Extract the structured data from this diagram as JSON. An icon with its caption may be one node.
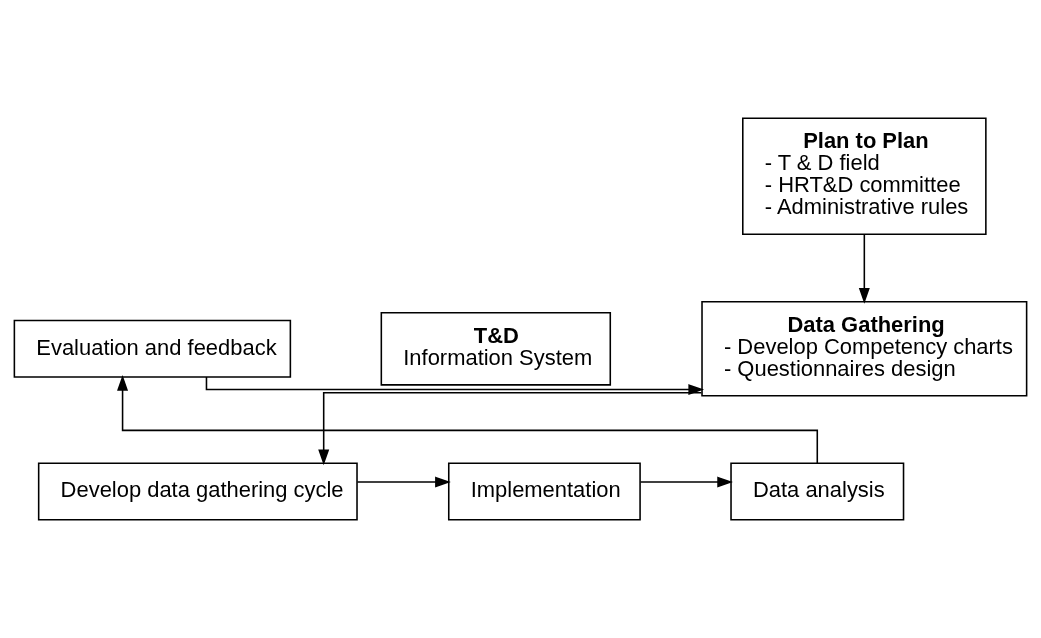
{
  "diagram": {
    "nodes": [
      {
        "text": [
          "Plan to Plan",
          "- T & D field",
          "- HRT&D committee",
          "- Administrative rules"
        ]
      },
      {
        "text": [
          "Data Gathering",
          "- Develop Competency charts",
          "- Questionnaires design"
        ]
      },
      {
        "text": [
          "Evaluation and feedback"
        ]
      },
      {
        "text": [
          "T&D",
          "Information System"
        ]
      },
      {
        "text": [
          "Develop data gathering cycle"
        ]
      },
      {
        "text": [
          "Implementation"
        ]
      },
      {
        "text": [
          "Data analysis"
        ]
      }
    ],
    "edges": [
      {
        "from": 0,
        "to": 1,
        "arrow": "to"
      },
      {
        "from": 2,
        "to": 1,
        "arrow": "to"
      },
      {
        "from": 1,
        "to": 4,
        "arrow": "to"
      },
      {
        "from": 4,
        "to": 5,
        "arrow": "to"
      },
      {
        "from": 5,
        "to": 6,
        "arrow": "to"
      },
      {
        "from": 6,
        "to": 2,
        "arrow": "to"
      }
    ]
  }
}
